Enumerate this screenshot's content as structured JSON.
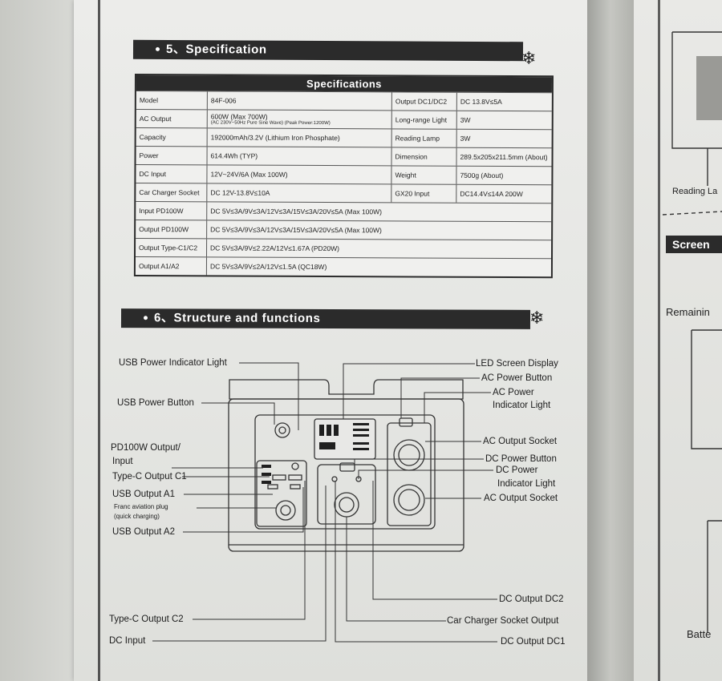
{
  "section5": {
    "title": "5、Specification"
  },
  "specs": {
    "header": "Specifications",
    "rows": [
      {
        "k": "Model",
        "v": "84F-006",
        "k2": "Output DC1/DC2",
        "v2": "DC 13.8V≤5A"
      },
      {
        "k": "AC Output",
        "v": "600W (Max 700W)",
        "v_sub": "(AC 230V~50Hz Pure Sine Wave) (Peak Power:1200W)",
        "k2": "Long-range Light",
        "v2": "3W"
      },
      {
        "k": "Capacity",
        "v": "192000mAh/3.2V (Lithium Iron Phosphate)",
        "k2": "Reading Lamp",
        "v2": "3W"
      },
      {
        "k": "Power",
        "v": "614.4Wh (TYP)",
        "k2": "Dimension",
        "v2": "289.5x205x211.5mm (About)"
      },
      {
        "k": "DC Input",
        "v": "12V~24V/6A (Max 100W)",
        "k2": "Weight",
        "v2": "7500g (About)"
      },
      {
        "k": "Car Charger Socket",
        "v": "DC 12V-13.8V≤10A",
        "k2": "GX20 Input",
        "v2": "DC14.4V≤14A 200W"
      }
    ],
    "wide_rows": [
      {
        "k": "Input PD100W",
        "v": "DC 5V≤3A/9V≤3A/12V≤3A/15V≤3A/20V≤5A (Max 100W)"
      },
      {
        "k": "Output PD100W",
        "v": "DC 5V≤3A/9V≤3A/12V≤3A/15V≤3A/20V≤5A (Max 100W)"
      },
      {
        "k": "Output Type-C1/C2",
        "v": "DC 5V≤3A/9V≤2.22A/12V≤1.67A (PD20W)"
      },
      {
        "k": "Output A1/A2",
        "v": "DC 5V≤3A/9V≤2A/12V≤1.5A (QC18W)"
      }
    ]
  },
  "section6": {
    "title": "6、Structure and functions"
  },
  "diagram": {
    "left_labels": {
      "usb_power_indicator": "USB Power Indicator Light",
      "usb_power_button": "USB Power Button",
      "pd100w_1": "PD100W Output/",
      "pd100w_2": "Input",
      "typec_c1": "Type-C Output C1",
      "usb_a1": "USB Output A1",
      "franc_1": "Franc aviation plug",
      "franc_2": "(quick charging)",
      "usb_a2": "USB Output A2",
      "typec_c2": "Type-C Output C2",
      "dc_input": "DC Input"
    },
    "right_labels": {
      "led_screen": "LED Screen Display",
      "ac_power_button": "AC Power Button",
      "ac_indicator_1": "AC Power",
      "ac_indicator_2": "Indicator Light",
      "ac_socket_1": "AC Output Socket",
      "dc_power_button": "DC Power Button",
      "dc_indicator_1": "DC Power",
      "dc_indicator_2": "Indicator Light",
      "ac_socket_2": "AC Output Socket",
      "dc_out2": "DC Output DC2",
      "car_charger": "Car Charger Socket Output",
      "dc_out1": "DC Output DC1"
    }
  },
  "right_page": {
    "reading": "Reading La",
    "screen": "Screen",
    "remaining": "Remainin",
    "batte": "Batte"
  }
}
